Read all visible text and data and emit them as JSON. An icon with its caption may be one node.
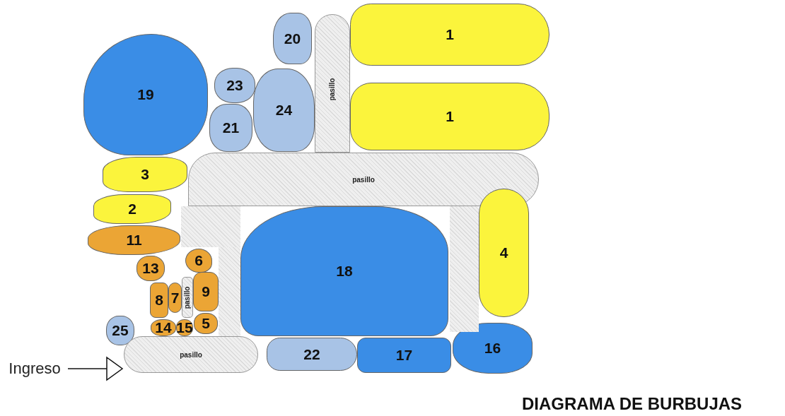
{
  "diagram": {
    "title": "DIAGRAMA DE BURBUJAS",
    "nodes": [
      {
        "text": [
          "20"
        ]
      },
      {
        "text": [
          "pasillo"
        ]
      },
      {
        "text": [
          "1"
        ]
      },
      {
        "text": [
          "19"
        ]
      },
      {
        "text": [
          "23"
        ]
      },
      {
        "text": [
          "24"
        ]
      },
      {
        "text": [
          "1"
        ]
      },
      {
        "text": [
          "21"
        ]
      },
      {
        "text": [
          "3"
        ]
      },
      {
        "text": [
          "pasillo"
        ]
      },
      {
        "text": [
          "2"
        ]
      },
      {
        "text": [
          "11"
        ]
      },
      {
        "text": [
          "4"
        ]
      },
      {
        "text": [
          "13"
        ]
      },
      {
        "text": [
          "6"
        ]
      },
      {
        "text": [
          "18"
        ]
      },
      {
        "text": [
          "8"
        ]
      },
      {
        "text": [
          "7"
        ]
      },
      {
        "text": [
          "pasillo"
        ]
      },
      {
        "text": [
          "9"
        ]
      },
      {
        "text": [
          "25"
        ]
      },
      {
        "text": [
          "14"
        ]
      },
      {
        "text": [
          "15"
        ]
      },
      {
        "text": [
          "5"
        ]
      },
      {
        "text": [
          "22"
        ]
      },
      {
        "text": [
          "17"
        ]
      },
      {
        "text": [
          "16"
        ]
      },
      {
        "text": [
          "pasillo"
        ]
      },
      {
        "text": [
          "Ingreso"
        ]
      },
      {
        "text": [],
        "shape": "box"
      },
      {
        "text": [],
        "shape": "box"
      },
      {
        "text": [],
        "shape": "box"
      }
    ],
    "edges": [
      {
        "from": 28,
        "to": 27,
        "arrow": "to"
      }
    ]
  }
}
